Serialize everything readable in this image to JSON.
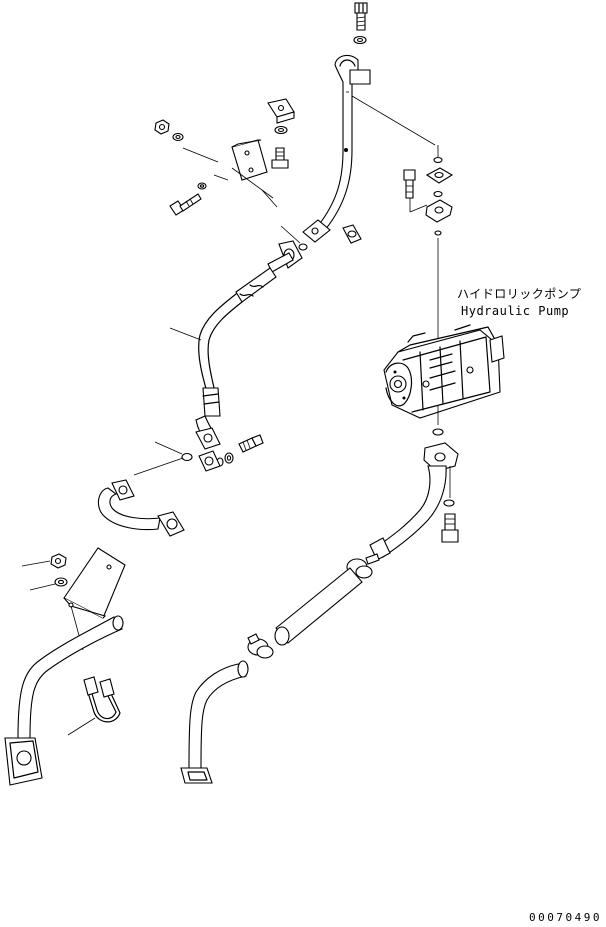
{
  "diagram": {
    "component_label_jp": "ハイドロリックポンプ",
    "component_label_en": "Hydraulic Pump",
    "figure_number": "00070490"
  }
}
